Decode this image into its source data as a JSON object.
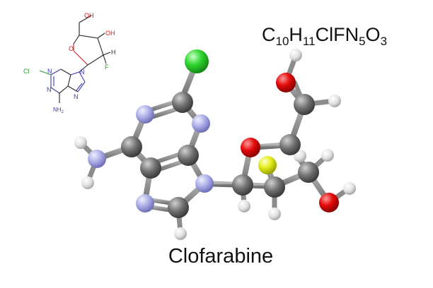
{
  "formula": {
    "parts": [
      "C",
      "10",
      "H",
      "11",
      "ClFN",
      "5",
      "O",
      "3"
    ]
  },
  "compound_name": "Clofarabine",
  "skeletal_labels": {
    "hydroxymethyl": "OH",
    "hydroxyl": "OH",
    "ring_oxygen": "O",
    "hydrogen": "H",
    "fluorine": "F",
    "chlorine": "Cl",
    "n1": "N",
    "n3": "N",
    "n7": "N",
    "n9": "N",
    "amine": "NH",
    "amine_sub": "2"
  },
  "colors": {
    "carbon": "#6e6e6e",
    "nitrogen": "#a9abe6",
    "oxygen": "#e30b0b",
    "chlorine": "#2fd62f",
    "fluorine": "#e4ee1a",
    "hydrogen": "#e6e6e6"
  }
}
